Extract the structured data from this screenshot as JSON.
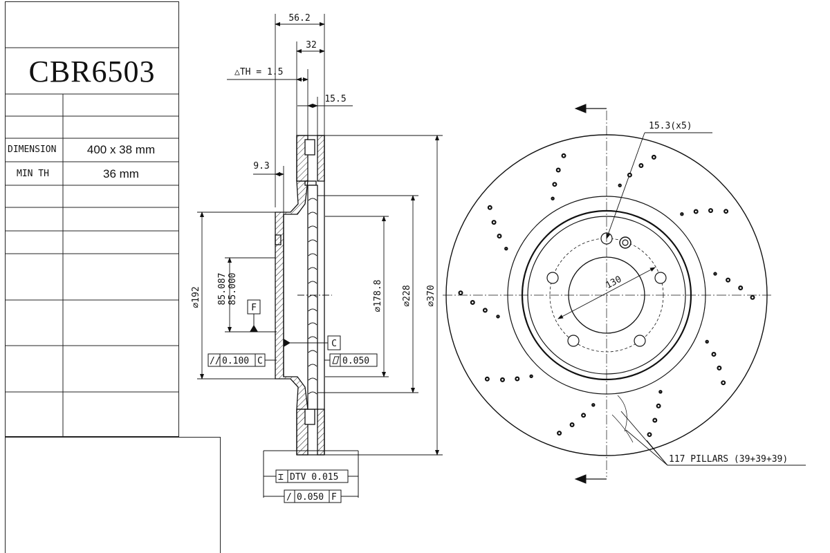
{
  "title_block": {
    "part_number": "CBR6503",
    "rows": [
      {
        "label": "DIMENSION",
        "value": "400 x 38 mm"
      },
      {
        "label": "MIN TH",
        "value": "36 mm"
      }
    ]
  },
  "section_view": {
    "dim_overall_width": "56.2",
    "dim_friction_width": "32",
    "dim_delta_th": "△TH = 1.5",
    "dim_vent_width": "15.5",
    "dim_hat_offset": "9.3",
    "dia_192": "⌀192",
    "dia_bore_max": "85.087",
    "dia_bore_min": "85.000",
    "dia_178": "⌀178.8",
    "dia_228": "⌀228",
    "dia_370": "⌀370",
    "datum_f": "F",
    "datum_c": "C",
    "tol_parallel": "//",
    "tol_parallel_value": "0.100",
    "tol_parallel_datum": "C",
    "tol_flat_value": "0.050",
    "tol_dtv_symbol": "⌶",
    "tol_dtv": "DTV 0.015",
    "tol_runout_symbol": "/",
    "tol_runout_value": "0.050",
    "tol_runout_datum": "F"
  },
  "face_view": {
    "bolt_hole_label": "15.3(x5)",
    "pcd_label": "130",
    "pillars_label": "117 PILLARS (39+39+39)"
  },
  "colors": {
    "line": "#111111",
    "hatch": "#222222",
    "paper": "#ffffff"
  }
}
